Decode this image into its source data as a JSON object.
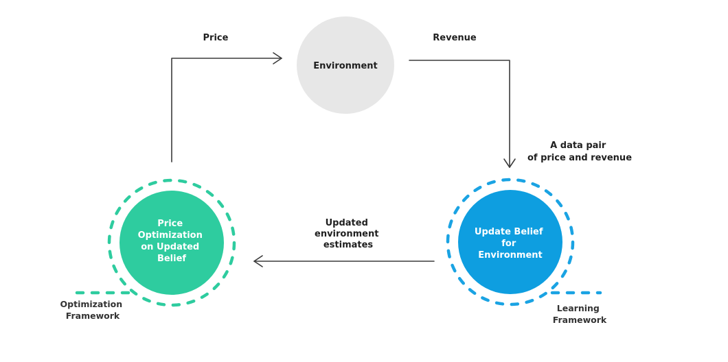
{
  "colors": {
    "environment": "#e7e7e7",
    "optimization": "#2ecc9f",
    "learning": "#0e9ee0",
    "dashes_optimization": "#2ecc9f",
    "dashes_learning": "#1aa3e3",
    "arrow": "#3a3a3a",
    "text_dark": "#1f1f1f",
    "text_light": "#ffffff"
  },
  "nodes": {
    "environment": {
      "label": "Environment"
    },
    "optimization": {
      "lines": [
        "Price",
        "Optimization",
        "on Updated",
        "Belief"
      ],
      "caption_lines": [
        "Optimization",
        "Framework"
      ]
    },
    "learning": {
      "lines": [
        "Update Belief",
        "for",
        "Environment"
      ],
      "caption_lines": [
        "Learning",
        "Framework"
      ]
    }
  },
  "edges": {
    "price": {
      "label": "Price"
    },
    "revenue": {
      "label": "Revenue",
      "note_lines": [
        "A data pair",
        "of price and revenue"
      ]
    },
    "updated": {
      "lines": [
        "Updated",
        "environment",
        "estimates"
      ]
    }
  }
}
